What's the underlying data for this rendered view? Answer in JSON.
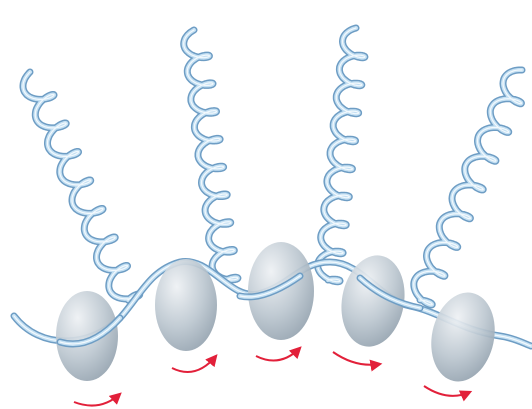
{
  "scene": {
    "kind": "wrapped-coil-on-rotating-particles",
    "particle_count": 5,
    "coil_count": 4
  },
  "colors": {
    "background": "#ffffff",
    "coil_outline": "#6e9dc4",
    "coil_fill": "#c4e0f3",
    "coil_shine": "#ffffff",
    "particle_dark": "#8f9eab",
    "particle_light": "#eef1f4",
    "arrow": "#e2203a"
  },
  "icons": {
    "particle": "ellipsoid-icon",
    "rotation": "curved-arrow-icon"
  }
}
